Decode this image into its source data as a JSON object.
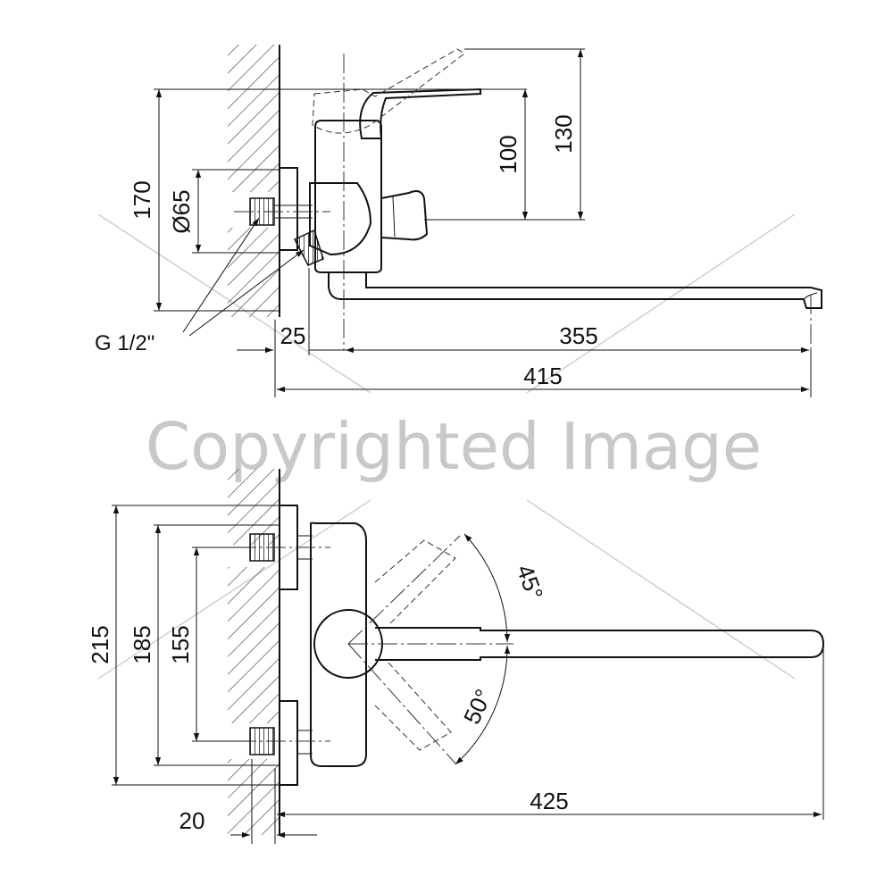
{
  "diagram": {
    "side_view": {
      "dimensions": {
        "d170": "170",
        "d65": "Ø65",
        "d100": "100",
        "d130": "130",
        "d25": "25",
        "d355": "355",
        "d415": "415"
      },
      "thread_label": "G 1/2\""
    },
    "top_view": {
      "dimensions": {
        "d215": "215",
        "d185": "185",
        "d155": "155",
        "d20": "20",
        "d425": "425"
      },
      "angles": {
        "a45": "45°",
        "a50": "50°"
      }
    },
    "watermark": "Copyrighted Image"
  }
}
